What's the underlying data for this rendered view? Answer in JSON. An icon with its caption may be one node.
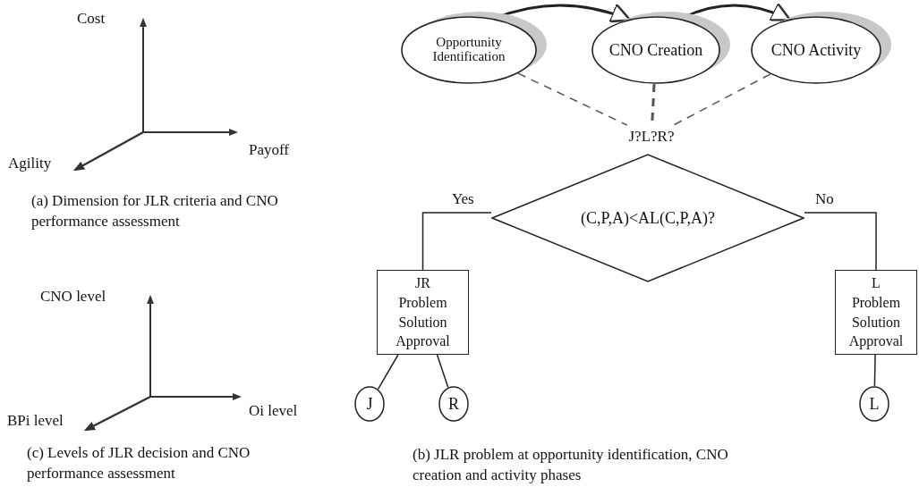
{
  "diagram": {
    "nodes": [
      {
        "text": [
          "Opportunity Identification"
        ]
      },
      {
        "text": [
          "CNO Creation"
        ]
      },
      {
        "text": [
          "CNO Activity"
        ]
      },
      {
        "text": [
          "J?L?R?"
        ]
      },
      {
        "text": [
          "(C,P,A)<AL(C,P,A)?"
        ]
      },
      {
        "text": [
          "JR",
          "Problem Solution Approval"
        ]
      },
      {
        "text": [
          "L",
          "Problem Solution Approval"
        ]
      },
      {
        "text": [
          "J"
        ]
      },
      {
        "text": [
          "R"
        ]
      },
      {
        "text": [
          "L"
        ]
      }
    ],
    "edges": [
      {
        "from": 0,
        "to": 1,
        "arrow": "to"
      },
      {
        "from": 1,
        "to": 2,
        "arrow": "to"
      },
      {
        "from": 0,
        "to": 3,
        "arrow": "none",
        "style": "dashed"
      },
      {
        "from": 1,
        "to": 3,
        "arrow": "none",
        "style": "dashed"
      },
      {
        "from": 2,
        "to": 3,
        "arrow": "none",
        "style": "dashed"
      },
      {
        "from": 4,
        "to": 5,
        "arrow": "none",
        "label": "Yes"
      },
      {
        "from": 4,
        "to": 6,
        "arrow": "none",
        "label": "No"
      },
      {
        "from": 5,
        "to": 7,
        "arrow": "none"
      },
      {
        "from": 5,
        "to": 8,
        "arrow": "none"
      },
      {
        "from": 6,
        "to": 9,
        "arrow": "none"
      }
    ],
    "labels": [
      "Cost",
      "Payoff",
      "Agility",
      "(a) Dimension for JLR criteria and CNO performance assessment",
      "CNO level",
      "Oi level",
      "BPi level",
      "(c) Levels of JLR decision and CNO performance assessment",
      "(b) JLR problem at opportunity identification, CNO creation and activity phases"
    ]
  }
}
